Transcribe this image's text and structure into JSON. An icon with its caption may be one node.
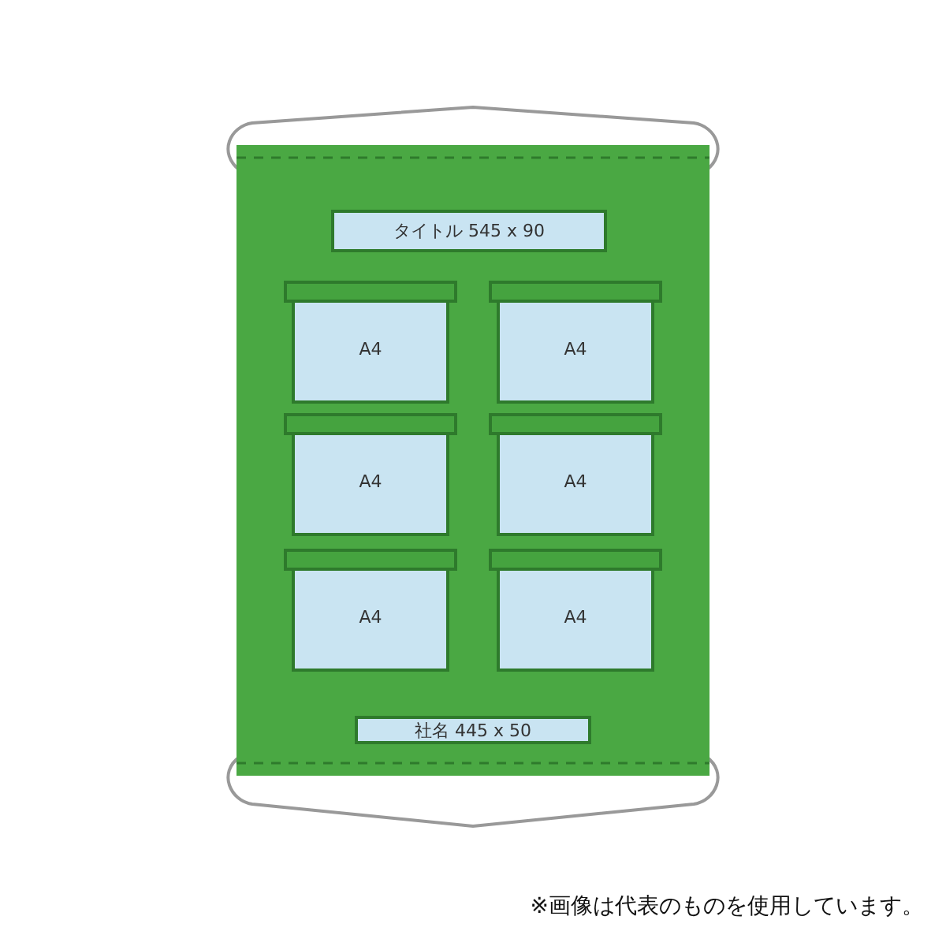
{
  "diagram": {
    "nodes": [
      {
        "text": [],
        "shape": "box"
      },
      {
        "text": [
          "タイトル 545 x 90"
        ],
        "in": 0
      },
      {
        "text": [
          "A4"
        ],
        "in": 0
      },
      {
        "text": [
          "A4"
        ],
        "in": 0
      },
      {
        "text": [
          "A4"
        ],
        "in": 0
      },
      {
        "text": [
          "A4"
        ],
        "in": 0
      },
      {
        "text": [
          "A4"
        ],
        "in": 0
      },
      {
        "text": [
          "A4"
        ],
        "in": 0
      },
      {
        "text": [
          "社名 445 x 50"
        ],
        "in": 0
      }
    ],
    "labels": [
      "※画像は代表のものを使用しています。"
    ]
  }
}
